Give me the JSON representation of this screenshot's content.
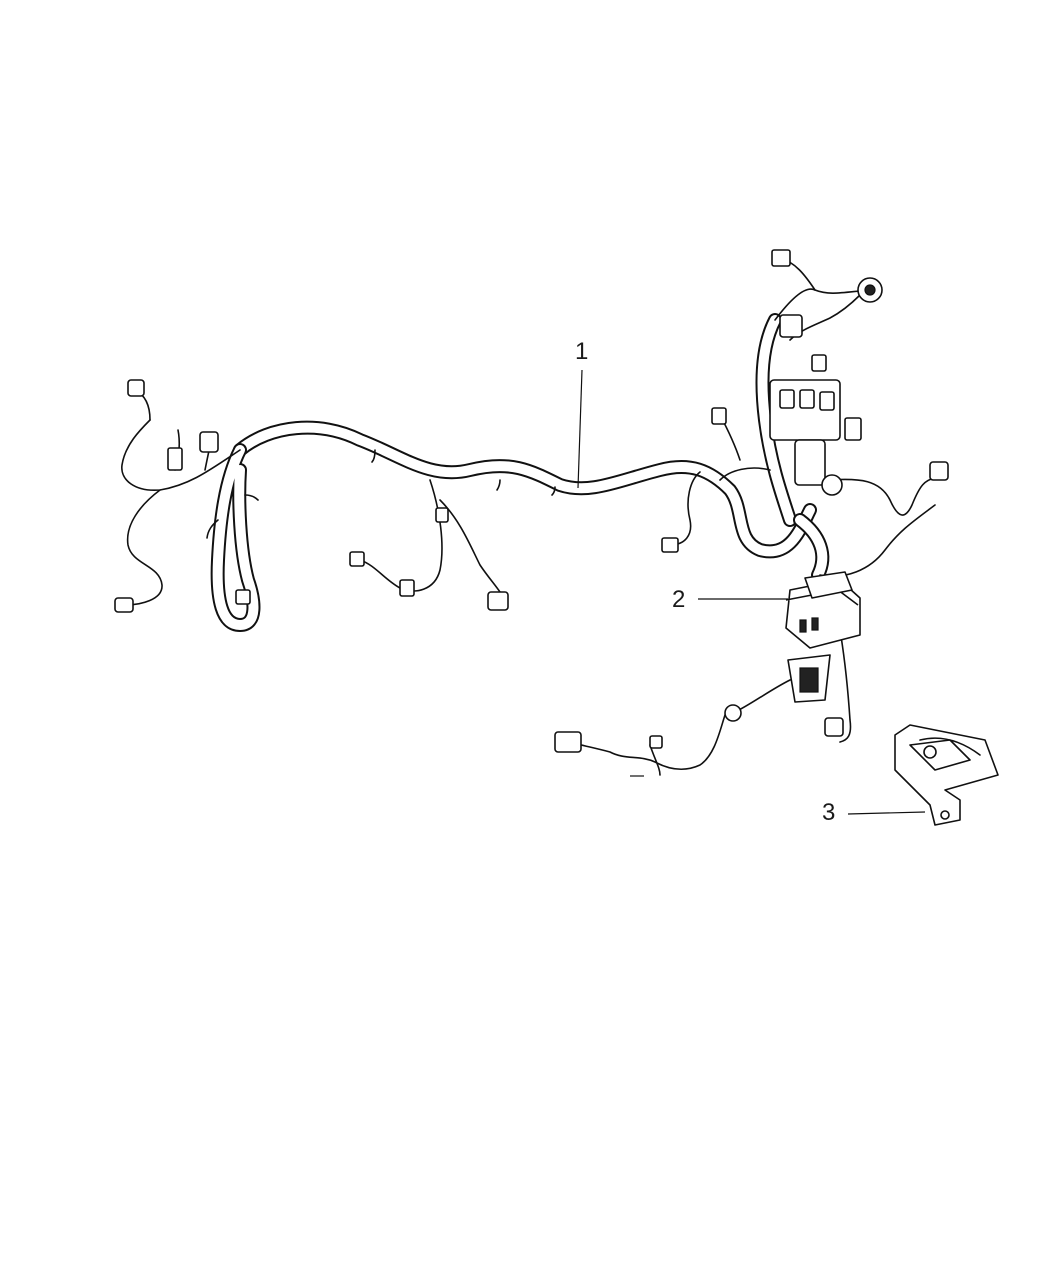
{
  "callouts": [
    {
      "id": "1",
      "label": "1"
    },
    {
      "id": "2",
      "label": "2"
    },
    {
      "id": "3",
      "label": "3"
    }
  ],
  "parts": {
    "wiring_harness": "wiring-harness",
    "fuse_relay_box": "fuse-relay-box",
    "mounting_bracket": "mounting-bracket"
  }
}
